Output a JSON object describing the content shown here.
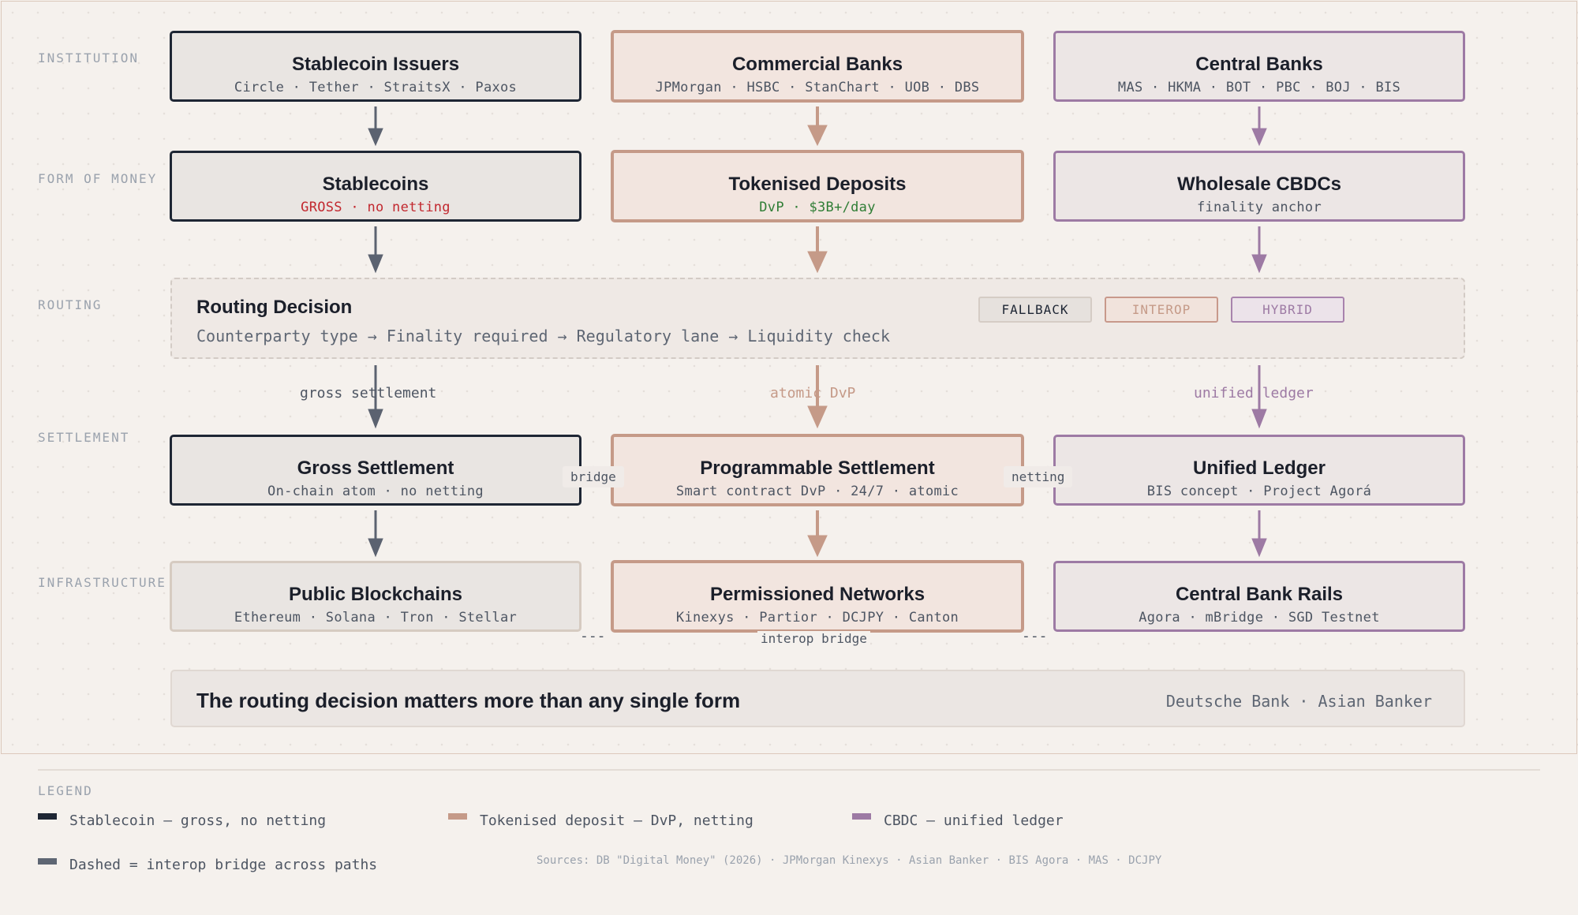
{
  "lanes": {
    "institution": "INSTITUTION",
    "form_of_money": "FORM OF MONEY",
    "routing": "ROUTING",
    "settlement": "SETTLEMENT",
    "infrastructure": "INFRASTRUCTURE"
  },
  "institutions": [
    {
      "title": "Stablecoin Issuers",
      "sub": "Circle · Tether · StraitsX · Paxos"
    },
    {
      "title": "Commercial Banks",
      "sub": "JPMorgan · HSBC · StanChart · UOB · DBS"
    },
    {
      "title": "Central Banks",
      "sub": "MAS · HKMA · BOT · PBC · BOJ · BIS"
    }
  ],
  "money": [
    {
      "title": "Stablecoins",
      "sub": "GROSS · no netting"
    },
    {
      "title": "Tokenised Deposits",
      "sub": "DvP · $3B+/day"
    },
    {
      "title": "Wholesale CBDCs",
      "sub": "finality anchor"
    }
  ],
  "routing": {
    "title": "Routing Decision",
    "steps": "Counterparty type → Finality required → Regulatory lane → Liquidity check",
    "pills": [
      "FALLBACK",
      "INTEROP",
      "HYBRID"
    ]
  },
  "edge_labels": [
    "gross settlement",
    "atomic DvP",
    "unified ledger"
  ],
  "settlement": [
    {
      "title": "Gross Settlement",
      "sub": "On-chain atom · no netting"
    },
    {
      "title": "Programmable Settlement",
      "sub": "Smart contract DvP · 24/7 · atomic"
    },
    {
      "title": "Unified Ledger",
      "sub": "BIS concept · Project Agorá"
    }
  ],
  "bridges": {
    "left": "bridge",
    "right": "netting"
  },
  "infrastructure": [
    {
      "title": "Public Blockchains",
      "sub": "Ethereum · Solana · Tron · Stellar"
    },
    {
      "title": "Permissioned Networks",
      "sub": "Kinexys · Partior · DCJPY · Canton"
    },
    {
      "title": "Central Bank Rails",
      "sub": "Agora · mBridge · SGD Testnet"
    }
  ],
  "interop": {
    "dashes": "---",
    "label": "interop bridge"
  },
  "footer": {
    "title": "The routing decision matters more than any single form",
    "source": "Deutsche Bank · Asian Banker"
  },
  "legend": {
    "title": "LEGEND",
    "items": [
      "Stablecoin — gross, no netting",
      "Tokenised deposit — DvP, netting",
      "CBDC — unified ledger",
      "Dashed = interop bridge across paths"
    ]
  },
  "sources": "Sources: DB \"Digital Money\" (2026) · JPMorgan Kinexys · Asian Banker · BIS Agora · MAS · DCJPY",
  "colors": {
    "stablecoin": "#1e2634",
    "deposit": "#c59a88",
    "cbdc": "#9d7aa4",
    "bridge": "#5e6673"
  }
}
